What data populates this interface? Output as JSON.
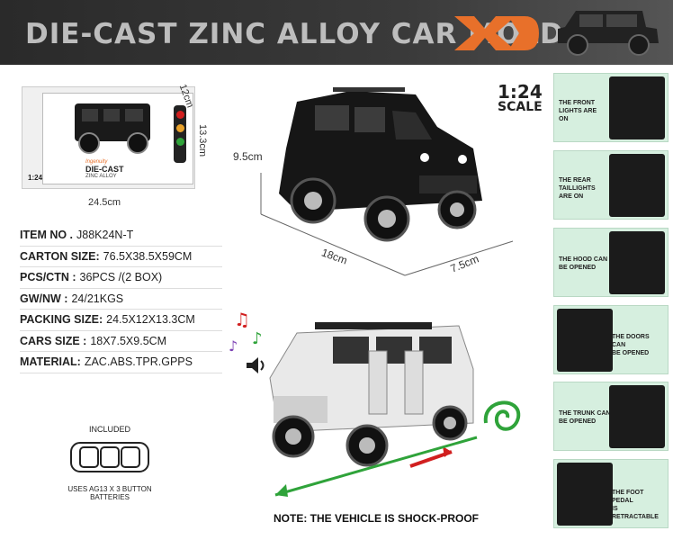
{
  "header": {
    "title": "DIE-CAST ZINC ALLOY CAR MOLD"
  },
  "scale": {
    "ratio": "1:24",
    "label": "SCALE"
  },
  "box_image": {
    "logo_text": "DIE-CAST",
    "logo_sub": "Ingenuity",
    "logo_material": "ZINC ALLOY",
    "scale": "1:24",
    "dim_width": "24.5cm",
    "dim_depth": "12cm",
    "dim_height": "13.3cm"
  },
  "main_car_dims": {
    "height": "9.5cm",
    "length": "18cm",
    "width": "7.5cm"
  },
  "specs": [
    {
      "label": "ITEM NO .",
      "value": "J88K24N-T"
    },
    {
      "label": "CARTON SIZE:",
      "value": "76.5X38.5X59CM"
    },
    {
      "label": "PCS/CTN :",
      "value": "36PCS /(2 BOX)"
    },
    {
      "label": "GW/NW :",
      "value": "24/21KGS"
    },
    {
      "label": "PACKING SIZE:",
      "value": "24.5X12X13.3CM"
    },
    {
      "label": "CARS SIZE :",
      "value": "18X7.5X9.5CM"
    },
    {
      "label": "MATERIAL:",
      "value": "ZAC.ABS.TPR.GPPS"
    }
  ],
  "included": {
    "label": "INCLUDED",
    "note_line1": "USES AG13 X 3 BUTTON",
    "note_line2": "BATTERIES"
  },
  "note": "NOTE: THE VEHICLE IS SHOCK-PROOF",
  "features": [
    {
      "line1": "THE FRONT",
      "line2": "LIGHTS ARE",
      "line3": "ON"
    },
    {
      "line1": "THE REAR",
      "line2": "TAILLIGHTS",
      "line3": "ARE ON"
    },
    {
      "line1": "THE HOOD CAN",
      "line2": "BE OPENED",
      "line3": ""
    },
    {
      "line1": "THE DOORS CAN",
      "line2": "BE OPENED",
      "line3": ""
    },
    {
      "line1": "THE TRUNK CAN",
      "line2": "BE OPENED",
      "line3": ""
    },
    {
      "line1": "THE FOOT PEDAL",
      "line2": "IS RETRACTABLE",
      "line3": ""
    }
  ],
  "colors": {
    "header_bg": "#333333",
    "brand_orange": "#e8702a",
    "feature_bg": "#d6efdf",
    "arrow_red": "#d11f1f",
    "arrow_green": "#2fa33a"
  }
}
